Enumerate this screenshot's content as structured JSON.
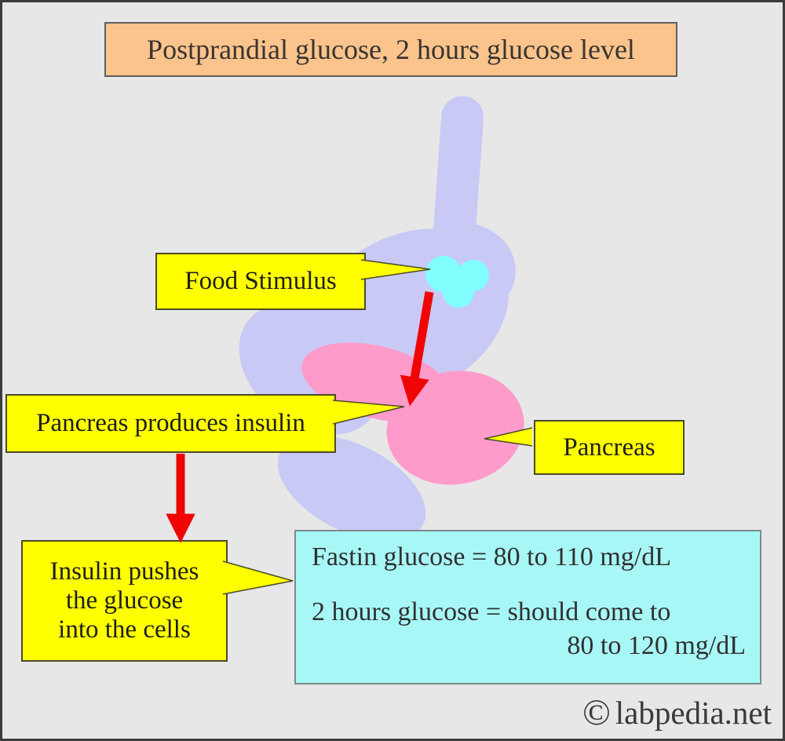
{
  "title": {
    "text": "Postprandial glucose, 2 hours glucose level"
  },
  "callouts": {
    "food_stimulus": {
      "label": "Food Stimulus"
    },
    "pancreas_produces_insulin": {
      "label": "Pancreas produces insulin"
    },
    "pancreas": {
      "label": "Pancreas"
    },
    "insulin_pushes": {
      "lines": [
        "Insulin pushes",
        "the glucose",
        "into the cells"
      ]
    }
  },
  "info_box": {
    "line1": "Fastin glucose = 80 to 110 mg/dL",
    "line2": "2 hours glucose = should come to",
    "line3": "80 to 120 mg/dL"
  },
  "watermark": {
    "copyright_symbol": "©",
    "site": "labpedia.net"
  },
  "colors": {
    "background": "#E7E7E7",
    "page_border": "#3C3C3C",
    "banner_bg": "#FAC48C",
    "callout_bg": "#FFFF00",
    "stomach": "#C9C9F6",
    "pancreas": "#FE9BCA",
    "food": "#80FFFE",
    "info_box_bg": "#A8F7F7",
    "arrow_red": "#F00505"
  }
}
